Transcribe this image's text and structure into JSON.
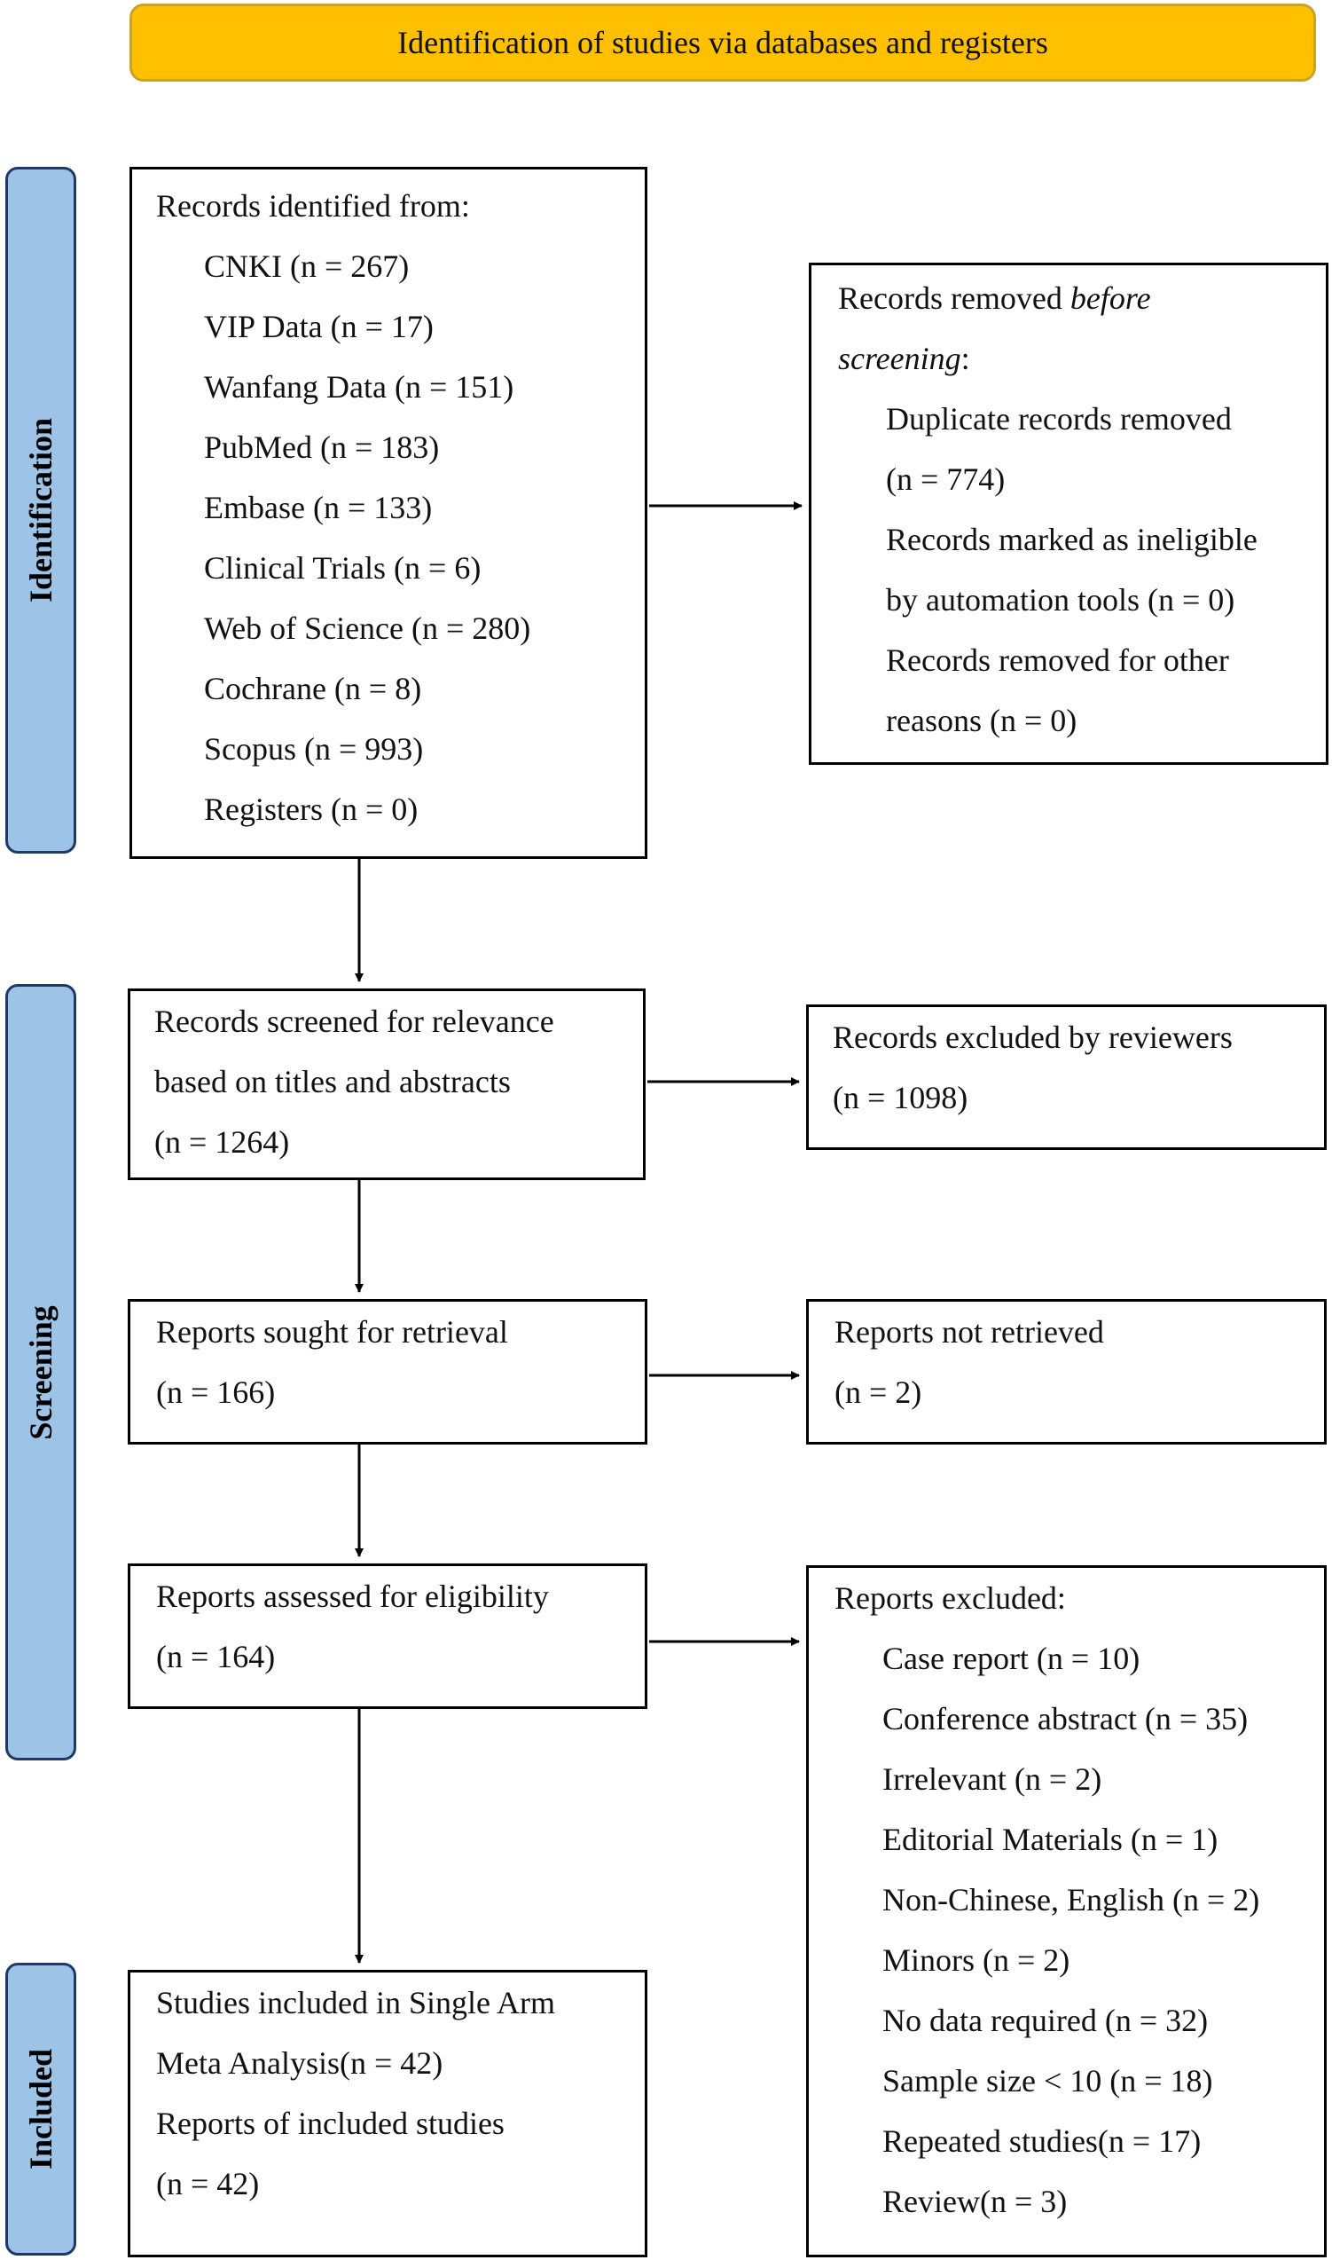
{
  "header": "Identification of studies via databases and registers",
  "phases": {
    "identification": "Identification",
    "screening": "Screening",
    "included": "Included"
  },
  "identified": {
    "title": "Records identified from:",
    "items": [
      "CNKI (n = 267)",
      "VIP Data (n = 17)",
      "Wanfang Data (n = 151)",
      "PubMed (n = 183)",
      "Embase (n = 133)",
      "Clinical Trials (n = 6)",
      "Web of Science (n = 280)",
      "Cochrane (n = 8)",
      "Scopus (n = 993)",
      "Registers (n = 0)"
    ]
  },
  "removed": {
    "title_prefix": "Records removed ",
    "title_italic": "before",
    "title_line2_italic": "screening",
    "title_line2_suffix": ":",
    "lines": [
      "Duplicate records removed",
      "(n = 774)",
      "Records marked as ineligible",
      "by automation tools (n = 0)",
      "Records removed for other",
      "reasons (n = 0)"
    ]
  },
  "screened": {
    "lines": [
      "Records screened for relevance",
      "based on titles and abstracts",
      "(n = 1264)"
    ]
  },
  "excluded_reviewers": {
    "lines": [
      "Records excluded by reviewers",
      "(n = 1098)"
    ]
  },
  "sought": {
    "lines": [
      "Reports sought for retrieval",
      "(n = 166)"
    ]
  },
  "not_retrieved": {
    "lines": [
      "Reports not retrieved",
      "(n = 2)"
    ]
  },
  "assessed": {
    "lines": [
      "Reports assessed for eligibility",
      "(n = 164)"
    ]
  },
  "reports_excluded": {
    "title": "Reports excluded:",
    "items": [
      "Case report (n = 10)",
      "Conference abstract (n = 35)",
      "Irrelevant (n = 2)",
      "Editorial Materials (n = 1)",
      "Non-Chinese, English (n = 2)",
      "Minors (n = 2)",
      "No data required (n = 32)",
      "Sample size < 10 (n = 18)",
      "Repeated studies(n = 17)",
      "Review(n = 3)"
    ]
  },
  "included": {
    "lines": [
      "Studies included in  Single Arm",
      "Meta Analysis(n = 42)",
      "Reports of included studies",
      "(n = 42)"
    ]
  }
}
